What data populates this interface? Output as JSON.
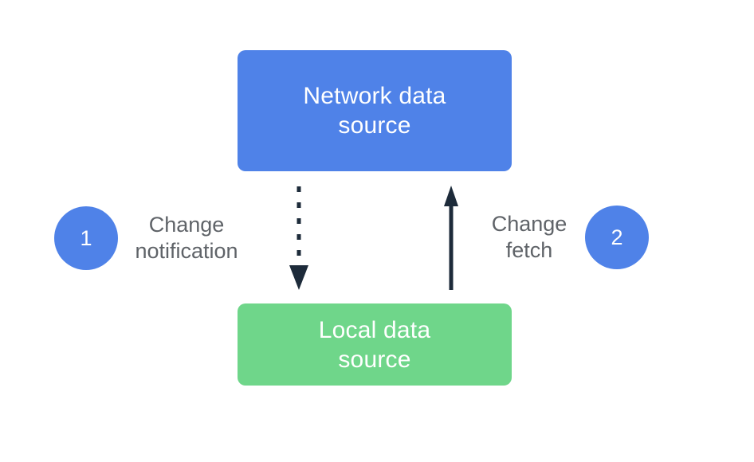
{
  "nodes": {
    "network": {
      "label": "Network data\nsource",
      "color": "#4f82e8"
    },
    "local": {
      "label": "Local data\nsource",
      "color": "#6fd68a"
    }
  },
  "steps": [
    {
      "number": "1",
      "label": "Change\nnotification",
      "arrow": "dotted",
      "direction": "network-to-local"
    },
    {
      "number": "2",
      "label": "Change\nfetch",
      "arrow": "solid",
      "direction": "local-to-network"
    }
  ],
  "colors": {
    "badge": "#4f82e8",
    "arrow": "#1d2b3a",
    "label_text": "#5f6368"
  }
}
